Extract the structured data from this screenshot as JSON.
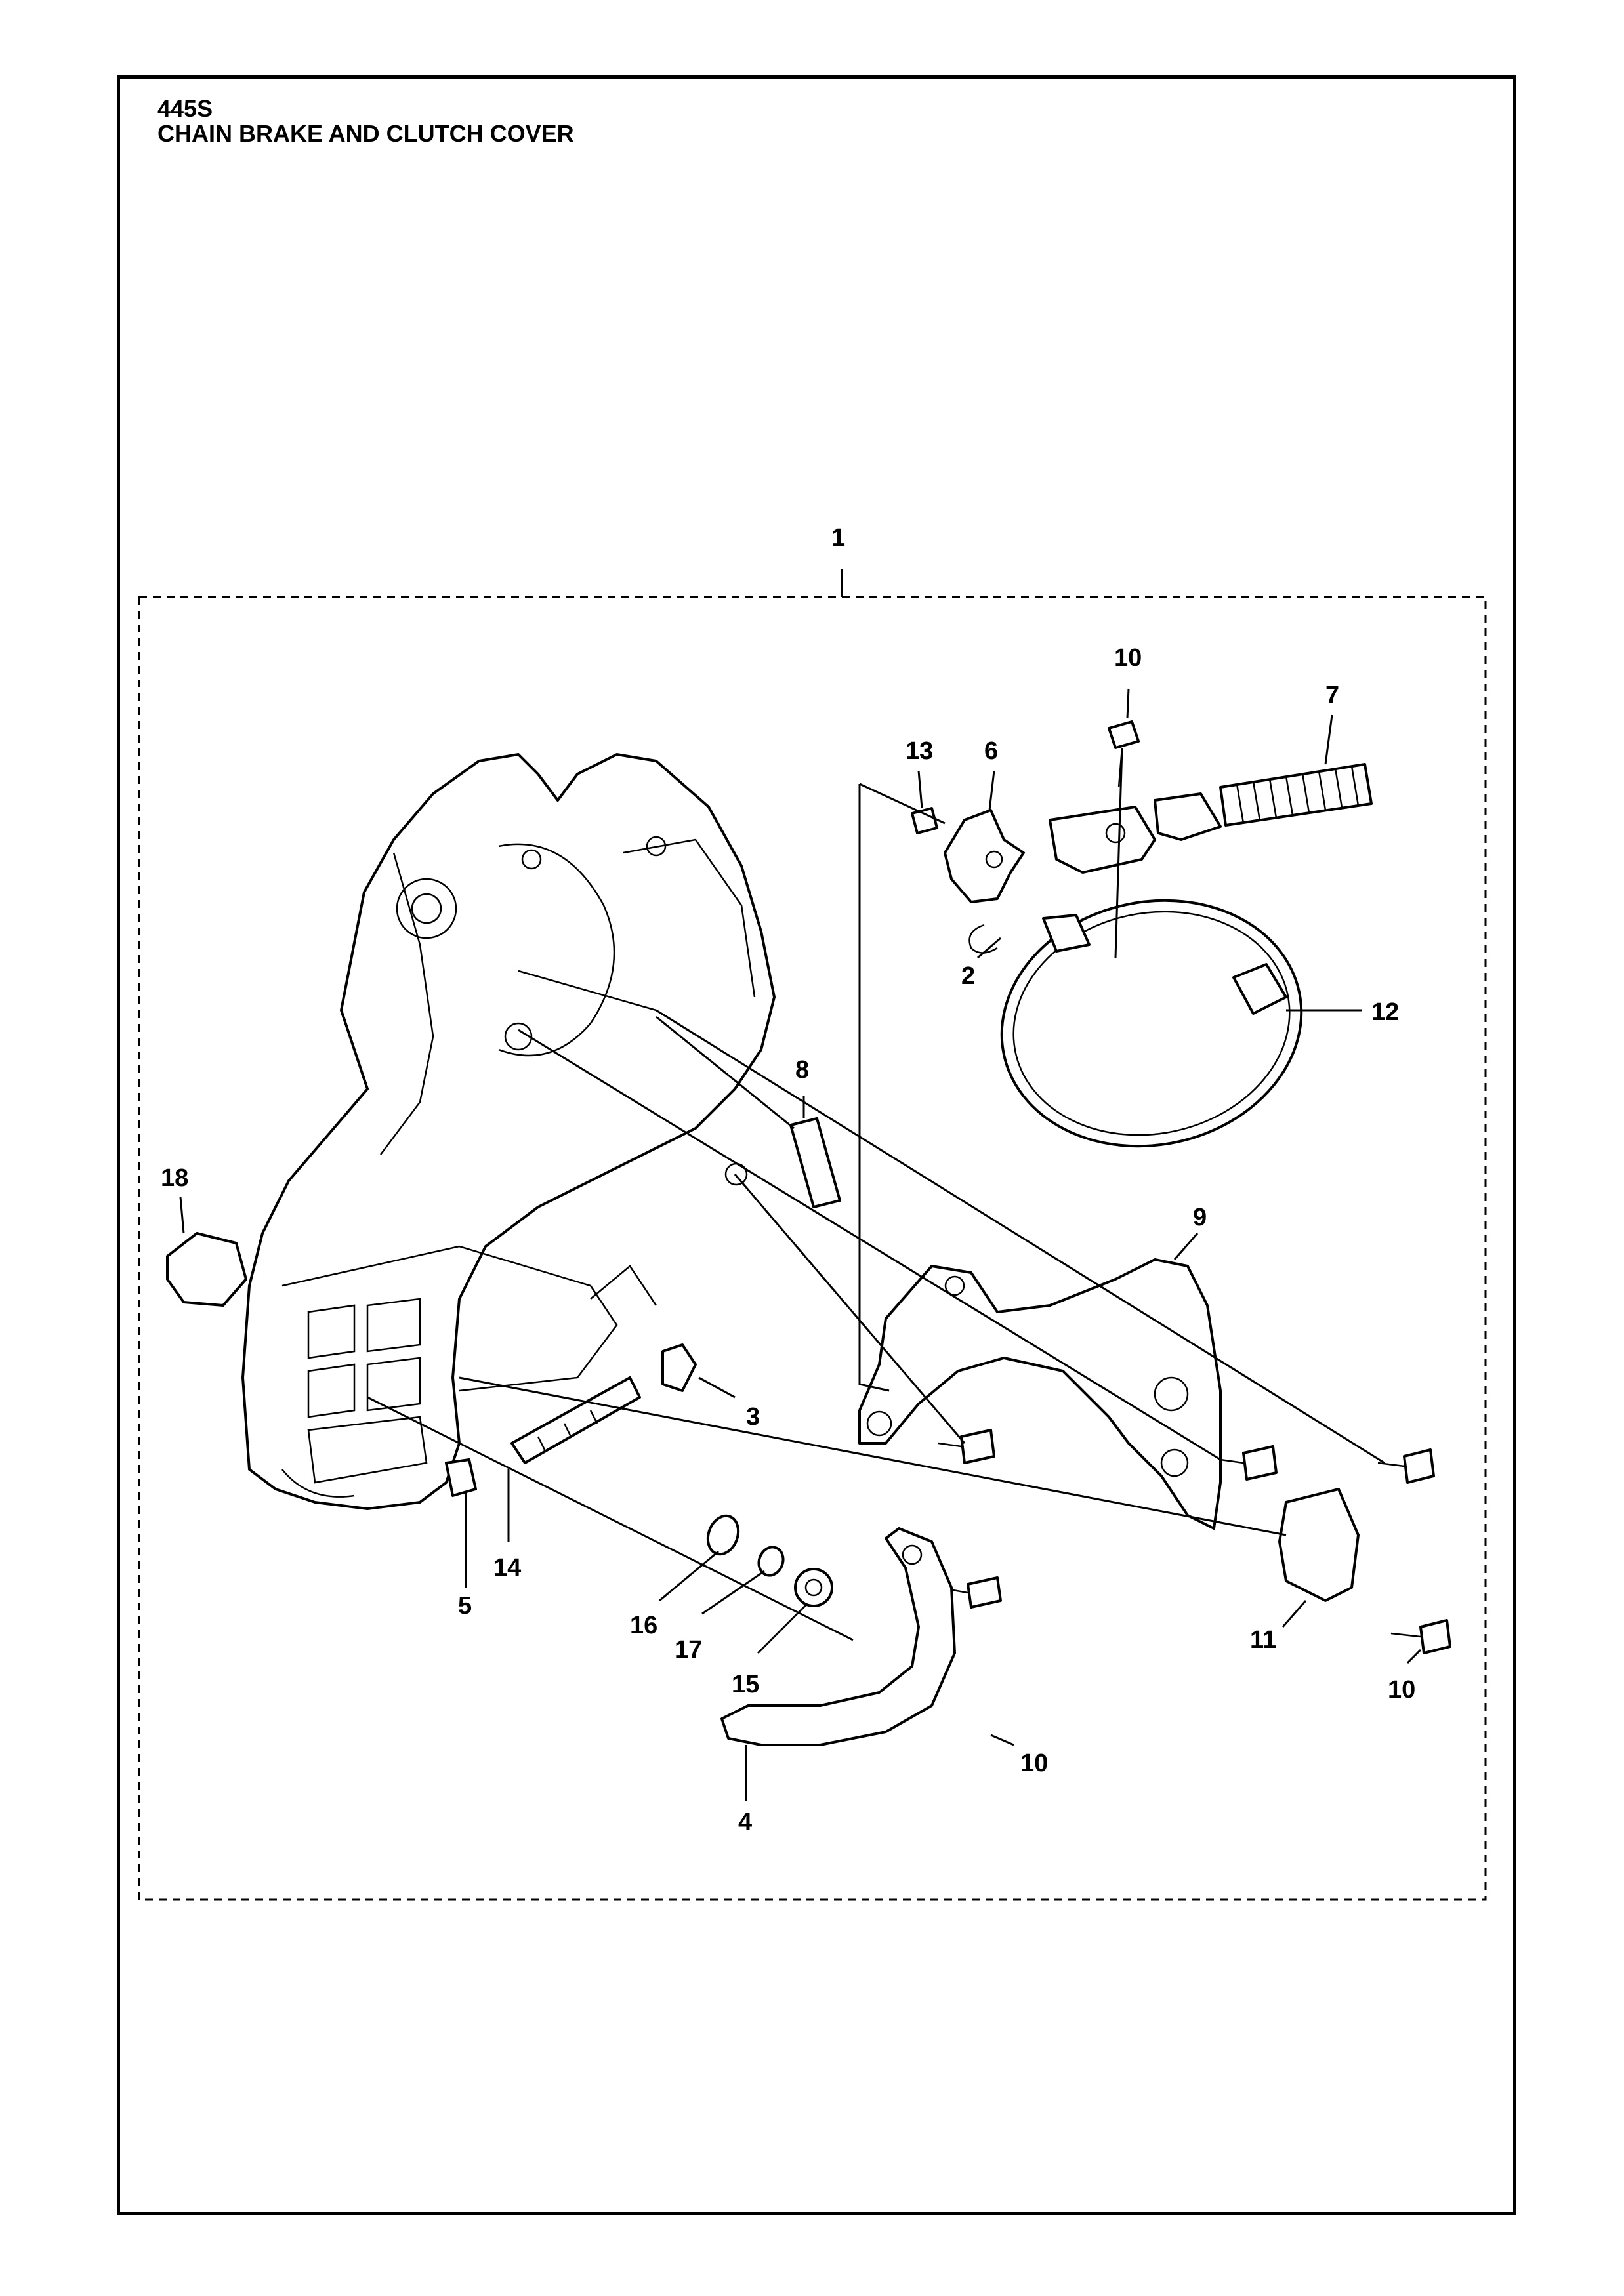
{
  "header": {
    "model": "445S",
    "title": "CHAIN BRAKE AND CLUTCH COVER"
  },
  "callouts": [
    {
      "id": "c1",
      "text": "1"
    },
    {
      "id": "c10a",
      "text": "10"
    },
    {
      "id": "c7",
      "text": "7"
    },
    {
      "id": "c13",
      "text": "13"
    },
    {
      "id": "c6",
      "text": "6"
    },
    {
      "id": "c2",
      "text": "2"
    },
    {
      "id": "c12",
      "text": "12"
    },
    {
      "id": "c8",
      "text": "8"
    },
    {
      "id": "c18",
      "text": "18"
    },
    {
      "id": "c9",
      "text": "9"
    },
    {
      "id": "c3",
      "text": "3"
    },
    {
      "id": "c14",
      "text": "14"
    },
    {
      "id": "c5",
      "text": "5"
    },
    {
      "id": "c16",
      "text": "16"
    },
    {
      "id": "c17",
      "text": "17"
    },
    {
      "id": "c15",
      "text": "15"
    },
    {
      "id": "c11",
      "text": "11"
    },
    {
      "id": "c10b",
      "text": "10"
    },
    {
      "id": "c10c",
      "text": "10"
    },
    {
      "id": "c4",
      "text": "4"
    }
  ]
}
